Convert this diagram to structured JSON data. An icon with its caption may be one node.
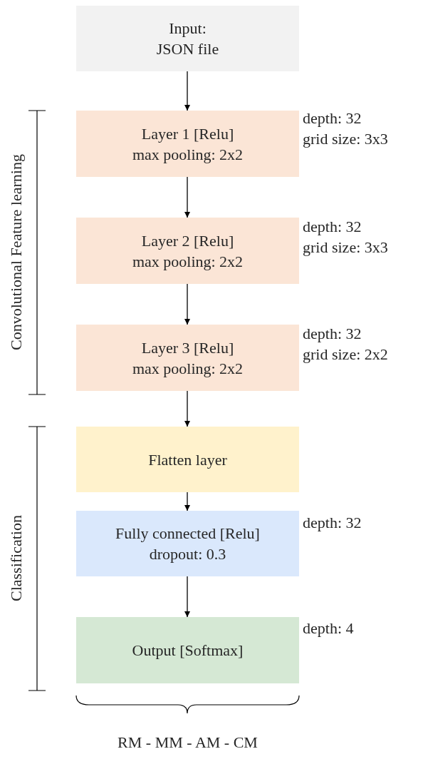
{
  "diagram": {
    "nodes": [
      {
        "text": [
          "Input:",
          "JSON file"
        ]
      },
      {
        "text": [
          "Layer 1 [Relu]",
          "max pooling: 2x2"
        ],
        "beside": [
          "depth: 32",
          "grid size: 3x3"
        ]
      },
      {
        "text": [
          "Layer 2 [Relu]",
          "max pooling: 2x2"
        ],
        "beside": [
          "depth: 32",
          "grid size: 3x3"
        ]
      },
      {
        "text": [
          "Layer 3 [Relu]",
          "max pooling: 2x2"
        ],
        "beside": [
          "depth: 32",
          "grid size: 2x2"
        ]
      },
      {
        "text": [
          "Flatten layer"
        ]
      },
      {
        "text": [
          "Fully connected [Relu]",
          "dropout: 0.3"
        ],
        "beside": [
          "depth: 32"
        ]
      },
      {
        "text": [
          "Output [Softmax]"
        ],
        "beside": [
          "depth: 4"
        ]
      }
    ],
    "edges": [
      {
        "from": 0,
        "to": 1,
        "arrow": "to"
      },
      {
        "from": 1,
        "to": 2,
        "arrow": "to"
      },
      {
        "from": 2,
        "to": 3,
        "arrow": "to"
      },
      {
        "from": 3,
        "to": 4,
        "arrow": "to"
      },
      {
        "from": 4,
        "to": 5,
        "arrow": "to"
      },
      {
        "from": 5,
        "to": 6,
        "arrow": "to"
      }
    ],
    "labels": [
      "Convolutional Feature learning",
      "Classification",
      "RM - MM - AM - CM"
    ]
  }
}
